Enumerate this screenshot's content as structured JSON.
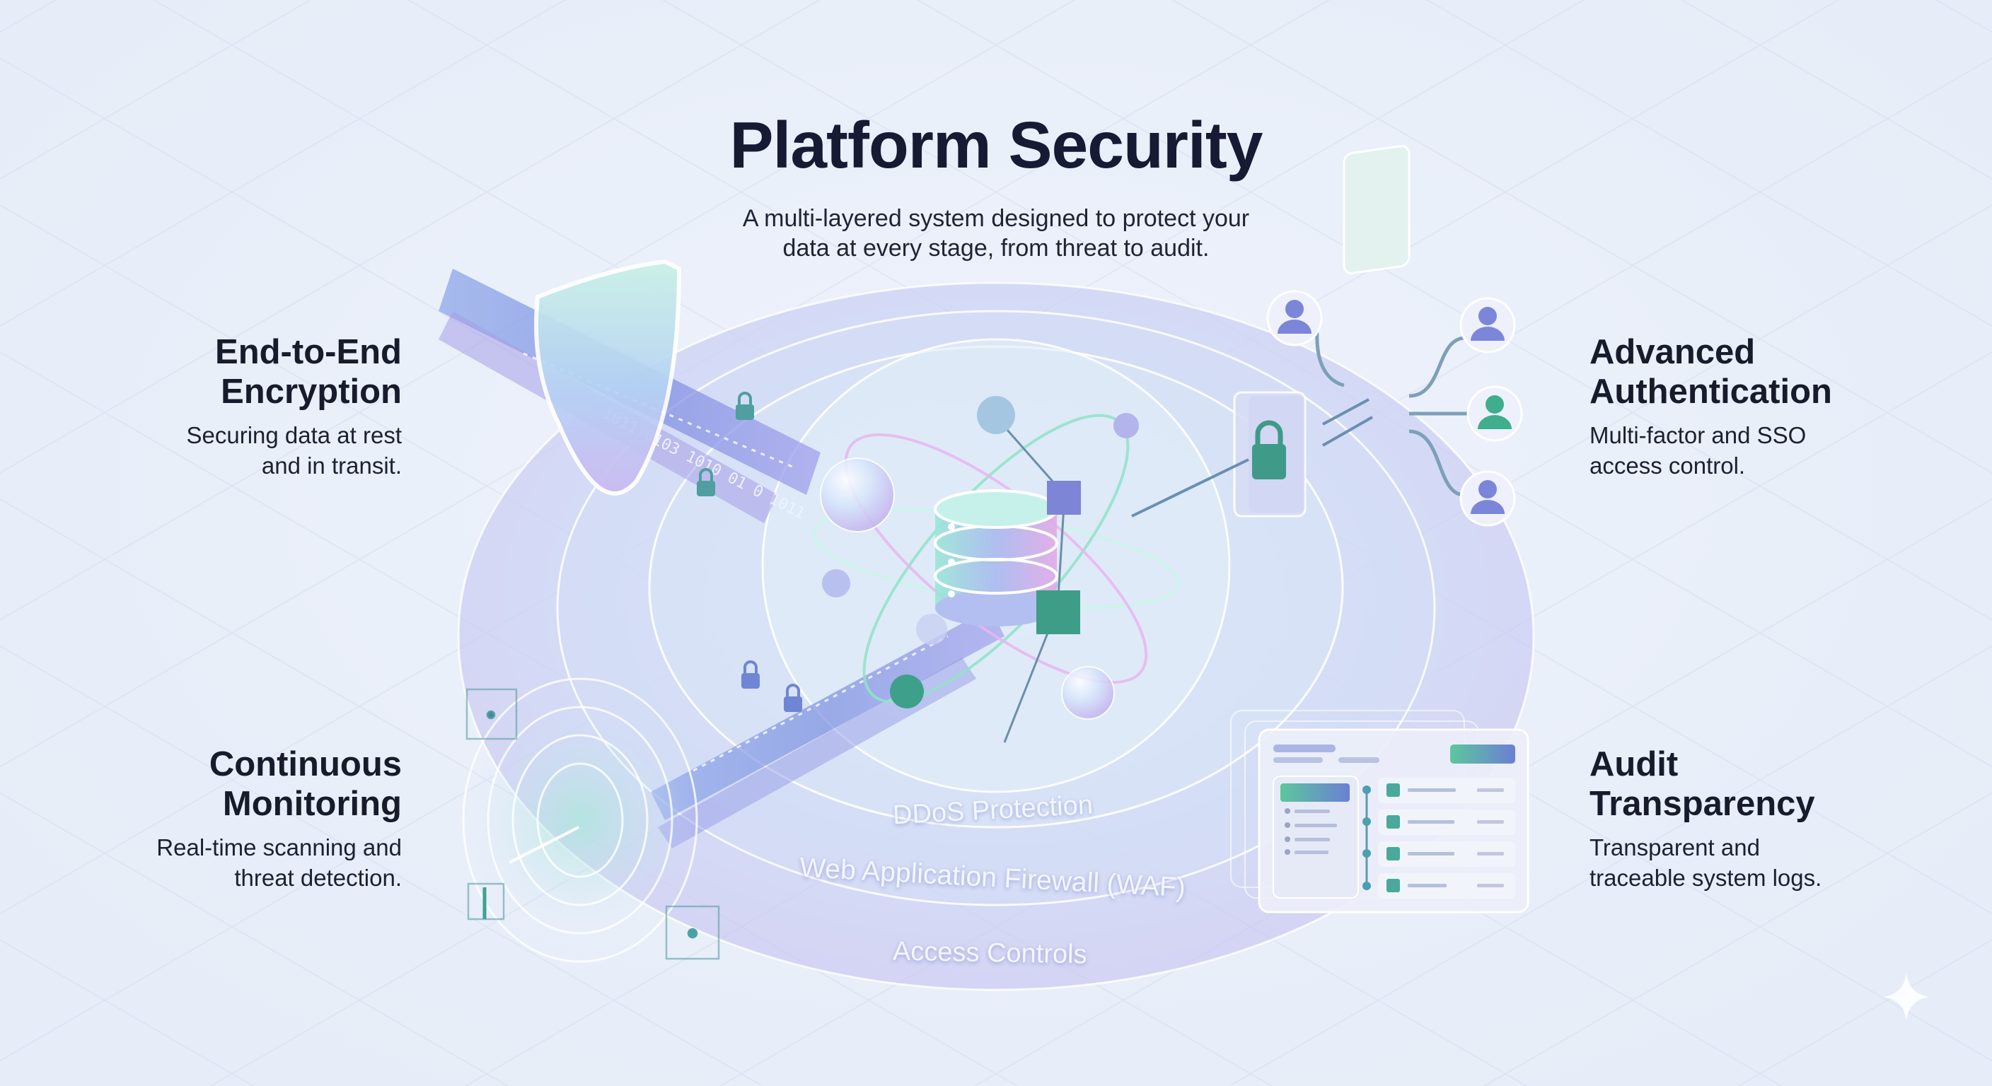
{
  "header": {
    "title": "Platform Security",
    "subtitle_line1": "A multi-layered system designed to protect your",
    "subtitle_line2": "data at every stage, from threat to audit."
  },
  "features": {
    "encryption": {
      "title_line1": "End-to-End",
      "title_line2": "Encryption",
      "desc_line1": "Securing data at rest",
      "desc_line2": "and in transit.",
      "icon": "shield-icon"
    },
    "monitoring": {
      "title_line1": "Continuous",
      "title_line2": "Monitoring",
      "desc_line1": "Real-time scanning and",
      "desc_line2": "threat detection.",
      "icon": "radar-icon"
    },
    "authentication": {
      "title_line1": "Advanced",
      "title_line2": "Authentication",
      "desc_line1": "Multi-factor and SSO",
      "desc_line2": "access control.",
      "icon": "user-lock-icon"
    },
    "audit": {
      "title_line1": "Audit",
      "title_line2": "Transparency",
      "desc_line1": "Transparent and",
      "desc_line2": "traceable system logs.",
      "icon": "log-dashboard-icon"
    }
  },
  "layers": [
    {
      "label": "DDoS Protection"
    },
    {
      "label": "Web Application Firewall (WAF)"
    },
    {
      "label": "Access Controls"
    }
  ],
  "center": {
    "icon": "database-icon"
  },
  "colors": {
    "background": "#eaf0fa",
    "title": "#161a33",
    "accent_purple": "#7b86d9",
    "accent_green": "#3fae8c",
    "accent_teal": "#5fc7b0",
    "accent_lilac": "#c5b8ef"
  }
}
